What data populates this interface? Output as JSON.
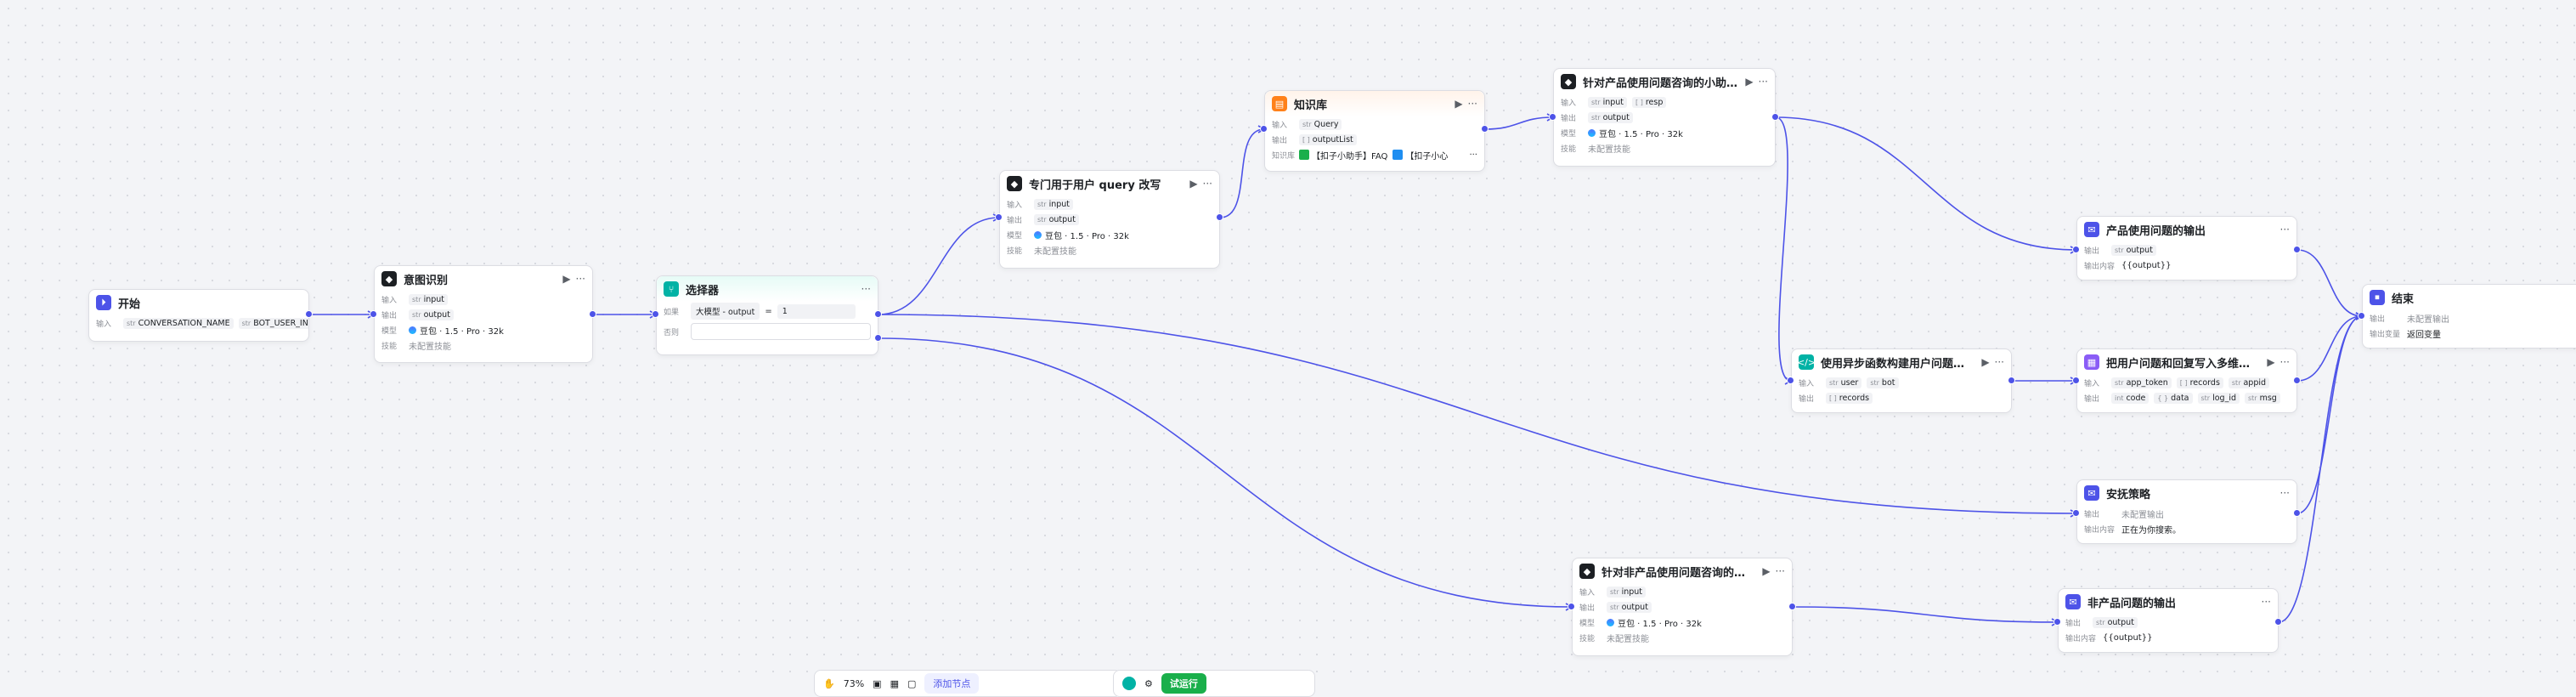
{
  "colors": {
    "edge": "#4d53e8",
    "port": "#4d53e8",
    "green": "#1aaf4b"
  },
  "labels": {
    "input": "输入",
    "output": "输出",
    "model": "模型",
    "skill": "技能",
    "condition": "如果",
    "else": "否则",
    "kb": "知识库",
    "output_content": "输出内容",
    "output_var": "输出变量"
  },
  "nodes": {
    "start": {
      "title": "开始",
      "icon": "start-icon",
      "inputs": [
        "CONVERSATION_NAME",
        "BOT_USER_INPUT"
      ]
    },
    "intent": {
      "title": "意图识别",
      "icon": "llm-icon",
      "input": "input",
      "output": "output",
      "model": "豆包 · 1.5 · Pro · 32k",
      "skill": "未配置技能"
    },
    "selector": {
      "title": "选择器",
      "icon": "selector-icon",
      "cond_left": "大模型 - output",
      "cond_op": "=",
      "cond_right": "1",
      "else_value": ""
    },
    "rewrite": {
      "title": "专门用于用户 query 改写",
      "icon": "llm-icon",
      "input": "input",
      "output": "output",
      "model": "豆包 · 1.5 · Pro · 32k",
      "skill": "未配置技能"
    },
    "knowledge": {
      "title": "知识库",
      "icon": "knowledge-icon",
      "input": "Query",
      "output": "outputList",
      "kb1": "【扣子小助手】FAQ",
      "kb2": "【扣子小心"
    },
    "assistant": {
      "title": "针对产品使用问题咨询的小助手...",
      "icon": "llm-icon",
      "input1": "input",
      "input2": "resp",
      "output": "output",
      "model": "豆包 · 1.5 · Pro · 32k",
      "skill": "未配置技能"
    },
    "product_out": {
      "title": "产品使用问题的输出",
      "icon": "message-icon",
      "output": "output",
      "content": "{{output}}"
    },
    "async_code": {
      "title": "使用异步函数构建用户问题和回...",
      "icon": "code-icon",
      "input1": "user",
      "input2": "bot",
      "output": "records"
    },
    "write_table": {
      "title": "把用户问题和回复写入多维表格",
      "icon": "plugin-icon",
      "inputs": [
        "app_token",
        "records",
        "appid"
      ],
      "outputs": [
        "code",
        "data",
        "log_id",
        "msg"
      ]
    },
    "safety": {
      "title": "安抚策略",
      "icon": "message-icon",
      "output": "未配置输出",
      "content": "正在为你搜索。"
    },
    "non_product_llm": {
      "title": "针对非产品使用问题咨询的通用...",
      "icon": "llm-icon",
      "input": "input",
      "output": "output",
      "model": "豆包 · 1.5 · Pro · 32k",
      "skill": "未配置技能"
    },
    "non_product_out": {
      "title": "非产品问题的输出",
      "icon": "message-icon",
      "output": "output",
      "content": "{{output}}"
    },
    "end": {
      "title": "结束",
      "icon": "end-icon",
      "output": "未配置输出",
      "mode": "返回变量"
    }
  },
  "toolbar": {
    "zoom": "73%",
    "add_node": "添加节点",
    "publish": "试运行"
  }
}
